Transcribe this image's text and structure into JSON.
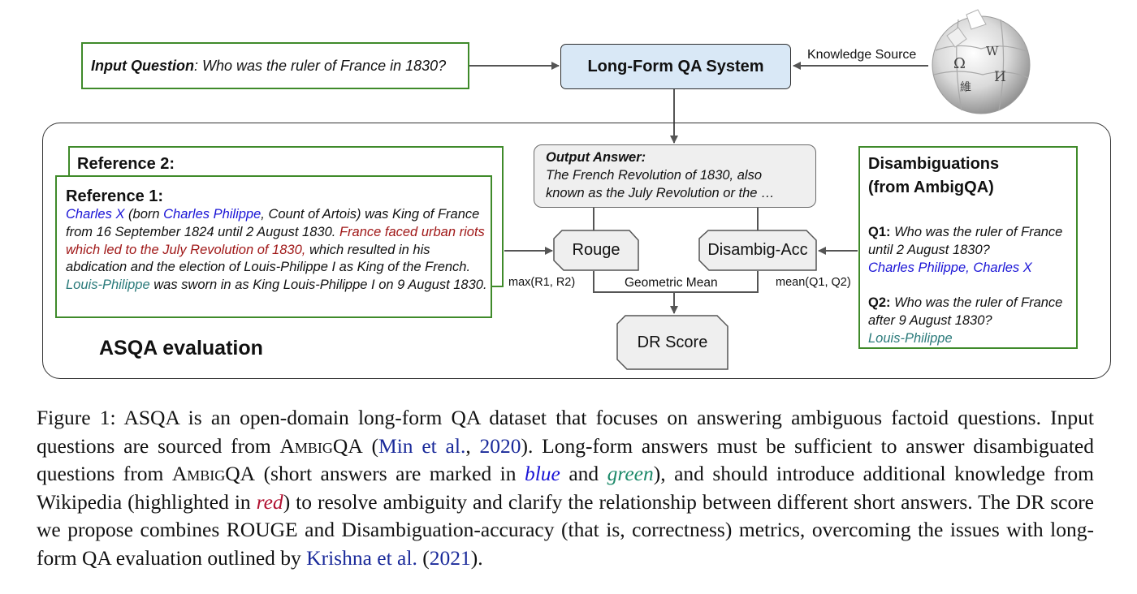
{
  "input": {
    "label": "Input Question",
    "text": ": Who was the ruler of France in 1830?"
  },
  "system": {
    "title": "Long-Form QA System",
    "knowledge_label": "Knowledge Source"
  },
  "wiki": {
    "glyphs": [
      "Ω",
      "W",
      "И",
      "維"
    ]
  },
  "evaluation": {
    "title": "ASQA evaluation",
    "reference2_title": "Reference 2:",
    "reference1": {
      "title": "Reference 1:",
      "segments": [
        {
          "text": "Charles X",
          "style": "blue"
        },
        {
          "text": " (born ",
          "style": "plain"
        },
        {
          "text": "Charles Philippe",
          "style": "blue"
        },
        {
          "text": ", Count of Artois) was King of France from 16 September 1824 until 2 August 1830. ",
          "style": "plain"
        },
        {
          "text": "France faced urban riots which led to the July Revolution of 1830,",
          "style": "red"
        },
        {
          "text": " which resulted in his abdication and the election of Louis-Philippe I as King of the French. ",
          "style": "plain"
        },
        {
          "text": "Louis-Philippe",
          "style": "green"
        },
        {
          "text": " was sworn in as King Louis-Philippe I on 9 August 1830.",
          "style": "plain"
        }
      ]
    },
    "output": {
      "title": "Output Answer:",
      "line1": "The French Revolution of 1830, also",
      "line2": "known as the July Revolution or the …"
    },
    "rouge_label": "Rouge",
    "disambig_label": "Disambig-Acc",
    "dr_label": "DR Score",
    "max_label": "max(R1, R2)",
    "mean_label": "mean(Q1, Q2)",
    "geo_label": "Geometric Mean",
    "disambiguations": {
      "title_line1": "Disambiguations",
      "title_line2": "(from AmbigQA)",
      "q1_label": "Q1:",
      "q1_text": " Who was the ruler of France until 2 August 1830?",
      "q1_answer": "Charles Philippe, Charles X",
      "q2_label": "Q2:",
      "q2_text": " Who was the ruler of France after 9 August 1830?",
      "q2_answer": "Louis-Philippe"
    }
  },
  "caption": {
    "segments": [
      {
        "text": "Figure 1:  ASQA is an open-domain long-form QA dataset that focuses on answering ambiguous factoid questions. Input questions are sourced from ",
        "style": "plain"
      },
      {
        "text": "AmbigQA",
        "style": "sc"
      },
      {
        "text": " (",
        "style": "plain"
      },
      {
        "text": "Min et al.",
        "style": "cite"
      },
      {
        "text": ", ",
        "style": "plain"
      },
      {
        "text": "2020",
        "style": "cite"
      },
      {
        "text": ").  Long-form answers must be sufficient to answer disambiguated questions from ",
        "style": "plain"
      },
      {
        "text": "AmbigQA",
        "style": "sc"
      },
      {
        "text": " (short answers are marked in ",
        "style": "plain"
      },
      {
        "text": "blue",
        "style": "cap-blue"
      },
      {
        "text": " and ",
        "style": "plain"
      },
      {
        "text": "green",
        "style": "cap-green"
      },
      {
        "text": "), and should introduce additional knowledge from Wikipedia (highlighted in ",
        "style": "plain"
      },
      {
        "text": "red",
        "style": "cap-red"
      },
      {
        "text": ") to resolve ambiguity and clarify the relationship between different short answers. The DR score we propose combines ROUGE and Disambiguation-accuracy (that is, correctness) metrics, overcoming the issues with long-form QA evaluation outlined by ",
        "style": "plain"
      },
      {
        "text": "Krishna et al.",
        "style": "cite"
      },
      {
        "text": " (",
        "style": "plain"
      },
      {
        "text": "2021",
        "style": "cite"
      },
      {
        "text": ").",
        "style": "plain"
      }
    ]
  }
}
